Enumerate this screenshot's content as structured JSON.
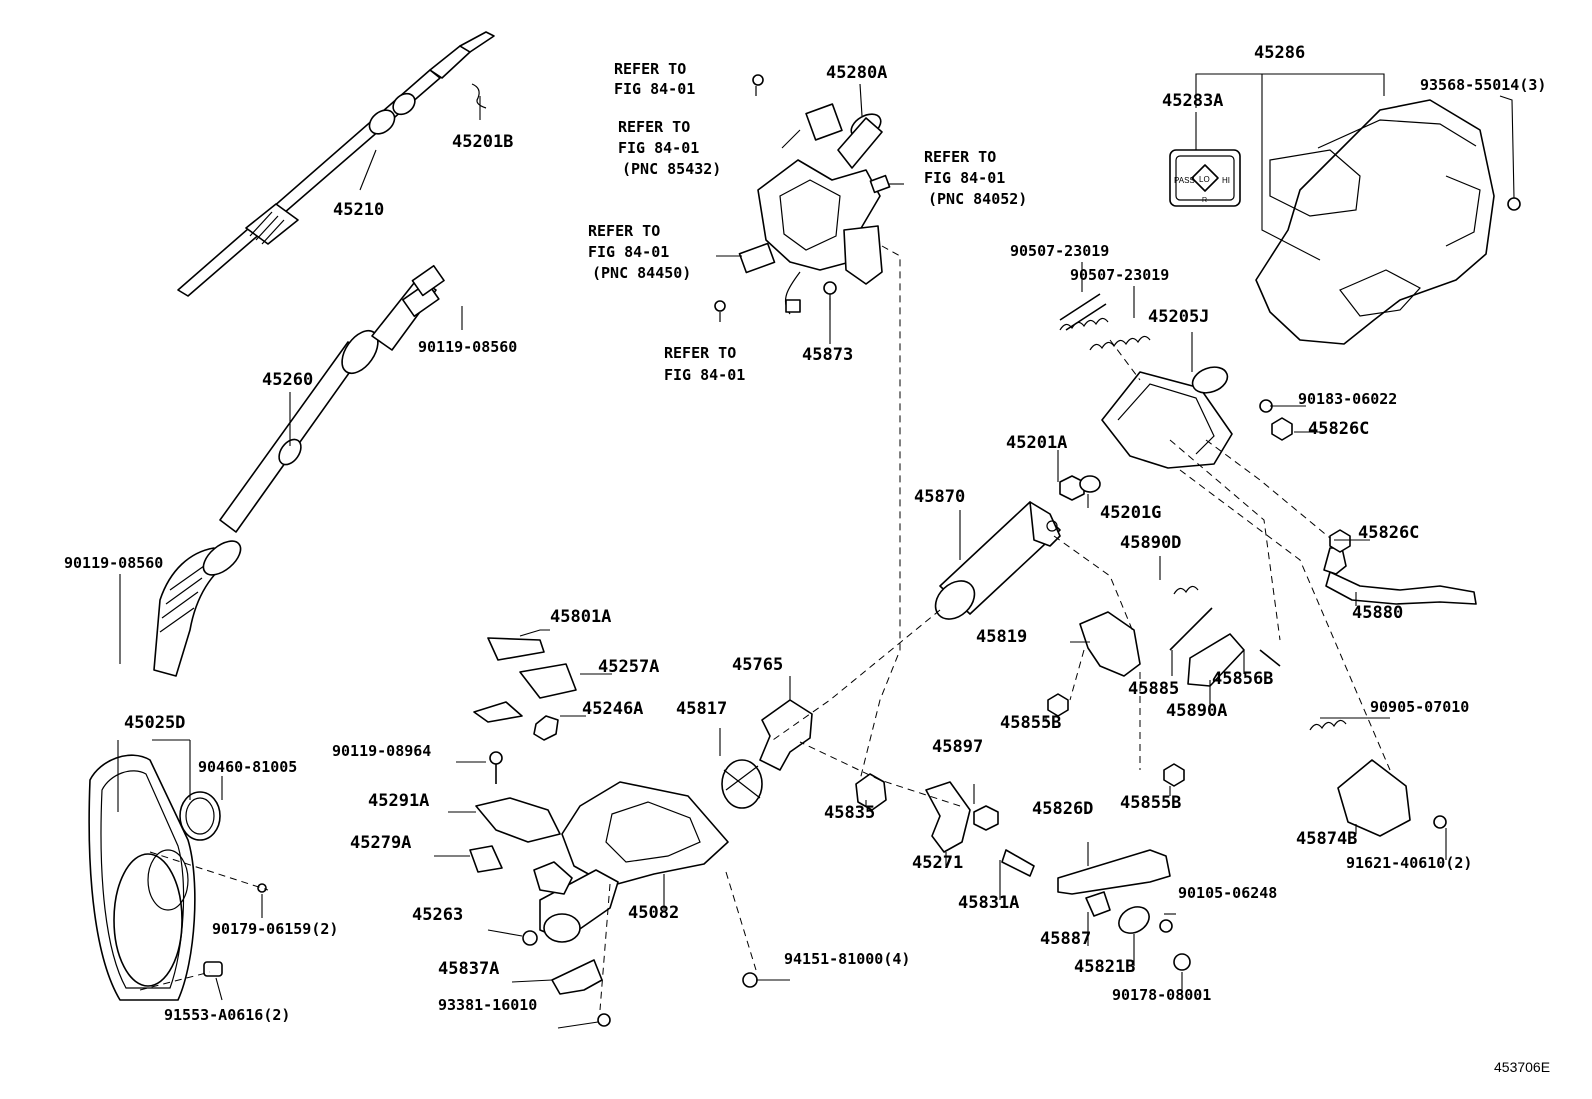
{
  "figure_code": "453706E",
  "part_labels": {
    "p45201B": "45201B",
    "p45210": "45210",
    "p45260": "45260",
    "p90119_08560_a": "90119-08560",
    "p90119_08560_b": "90119-08560",
    "p45025D": "45025D",
    "p90460_81005": "90460-81005",
    "p90179_06159": "90179-06159(2)",
    "p91553_A0616": "91553-A0616(2)",
    "p45280A": "45280A",
    "p45873": "45873",
    "p45286": "45286",
    "p45283A": "45283A",
    "p93568_55014": "93568-55014(3)",
    "p90507_23019_a": "90507-23019",
    "p90507_23019_b": "90507-23019",
    "p45205J": "45205J",
    "p90183_06022": "90183-06022",
    "p45826C_a": "45826C",
    "p45826C_b": "45826C",
    "p45201A": "45201A",
    "p45201G": "45201G",
    "p45870": "45870",
    "p45890D": "45890D",
    "p45819": "45819",
    "p45885": "45885",
    "p45856B": "45856B",
    "p45890A": "45890A",
    "p45855B_a": "45855B",
    "p45855B_b": "45855B",
    "p45880": "45880",
    "p90905_07010": "90905-07010",
    "p45874B": "45874B",
    "p91621_40610": "91621-40610(2)",
    "p45801A": "45801A",
    "p45257A": "45257A",
    "p45246A": "45246A",
    "p45765": "45765",
    "p45817": "45817",
    "p90119_08964": "90119-08964",
    "p45291A": "45291A",
    "p45279A": "45279A",
    "p45263": "45263",
    "p45082": "45082",
    "p45837A": "45837A",
    "p93381_16010": "93381-16010",
    "p94151_81000": "94151-81000(4)",
    "p45835": "45835",
    "p45897": "45897",
    "p45271": "45271",
    "p45831A": "45831A",
    "p45826D": "45826D",
    "p45887": "45887",
    "p90105_06248": "90105-06248",
    "p45821B": "45821B",
    "p90178_08001": "90178-08001"
  },
  "refer_notes": {
    "r1": {
      "line1": "REFER TO",
      "line2": "FIG 84-01",
      "line3": ""
    },
    "r2": {
      "line1": "REFER TO",
      "line2": "FIG 84-01",
      "line3": "(PNC 85432)"
    },
    "r3": {
      "line1": "REFER TO",
      "line2": "FIG 84-01",
      "line3": "(PNC 84052)"
    },
    "r4": {
      "line1": "REFER TO",
      "line2": "FIG 84-01",
      "line3": "(PNC 84450)"
    },
    "r5": {
      "line1": "REFER TO",
      "line2": "FIG 84-01",
      "line3": ""
    }
  },
  "decal_text": {
    "left": "PASS",
    "center": "LO",
    "right": "HI",
    "bottom": "R"
  }
}
